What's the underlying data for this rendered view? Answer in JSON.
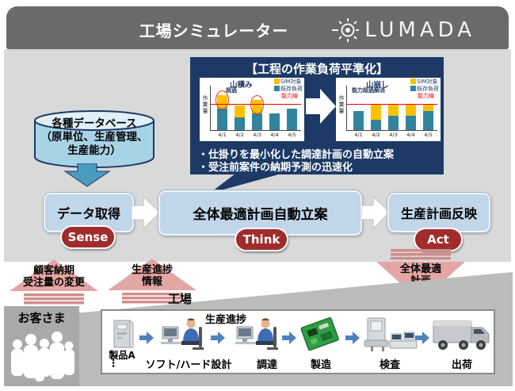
{
  "header": {
    "title": "工場シミュレーター",
    "brand": "LUMADA"
  },
  "leveling_panel": {
    "title": "【工程の作業負荷平準化】",
    "bullets": [
      "・仕掛りを最小化した調達計画の自動立案",
      "・受注前案件の納期予測の迅速化"
    ]
  },
  "chart_data": [
    {
      "type": "bar",
      "title": "山積み",
      "ylabel": "作業量",
      "categories": [
        "4/1",
        "4/2",
        "4/3",
        "4/4",
        "4/5"
      ],
      "series": [
        {
          "name": "既存負荷",
          "color": "#31849b",
          "values": [
            48,
            28,
            37,
            37,
            48
          ]
        },
        {
          "name": "SIM対象",
          "color": "#ffc000",
          "values": [
            30,
            28,
            30,
            0,
            0
          ]
        }
      ],
      "capacity_line": {
        "label": "能力線",
        "value": 59,
        "color": "#ee0000"
      },
      "annotation": "超過",
      "annotation_targets": [
        0,
        2
      ],
      "ylim": [
        0,
        100
      ],
      "legend_position": "top-right",
      "grid": false
    },
    {
      "type": "bar",
      "title": "山崩し",
      "ylabel": "作業量",
      "categories": [
        "4/1",
        "4/2",
        "4/3",
        "4/4",
        "4/5"
      ],
      "series": [
        {
          "name": "既存負荷",
          "color": "#31849b",
          "values": [
            43,
            24,
            33,
            33,
            43
          ]
        },
        {
          "name": "SIM対象",
          "color": "#ffc000",
          "values": [
            0,
            35,
            26,
            26,
            16
          ]
        }
      ],
      "capacity_line": {
        "label": "能力線",
        "value": 59,
        "color": "#ee0000"
      },
      "annotation": "能力超過解消",
      "annotation_targets": [],
      "ylim": [
        0,
        100
      ],
      "legend_position": "top-right",
      "grid": false
    }
  ],
  "database": {
    "lines": [
      "各種データベース",
      "（原単位、生産管理、",
      "生産能力）"
    ]
  },
  "flow": {
    "steps": [
      {
        "label": "データ取得",
        "tag": "Sense"
      },
      {
        "label": "全体最適計画自動立案",
        "tag": "Think"
      },
      {
        "label": "生産計画反映",
        "tag": "Act"
      }
    ]
  },
  "arrows": {
    "customer_up": [
      "顧客納期",
      "受注量の変更"
    ],
    "progress_up": [
      "生産進捗",
      "情報"
    ],
    "plan_down": [
      "全体最適",
      "計画"
    ]
  },
  "bottom": {
    "customer_label": "お客さま",
    "factory_label": "工場",
    "progress_label": "生産進捗",
    "product_label": "製品A",
    "product_dots": "⋮",
    "process_steps": [
      "ソフト/ハード設計",
      "調達",
      "製造",
      "検査",
      "出荷"
    ]
  },
  "colors": {
    "topbar": "#6a6a6a",
    "panel": "#d9d9d9",
    "navy": "#1d3a66",
    "flow_box": "#c2d6ea",
    "pill_red": "#a02c2c",
    "pink_arrow": "#e4a6a4",
    "pink_stripe": "#d18d8b",
    "bar_teal": "#31849b",
    "bar_yellow": "#ffc000",
    "capacity_red": "#ee0000",
    "cylinder_blue": "#a8d2e6",
    "gray_block": "#a9a9a9",
    "factory_gray": "#bcbcbc",
    "flow_arrow_blue": "#4f81bd"
  }
}
